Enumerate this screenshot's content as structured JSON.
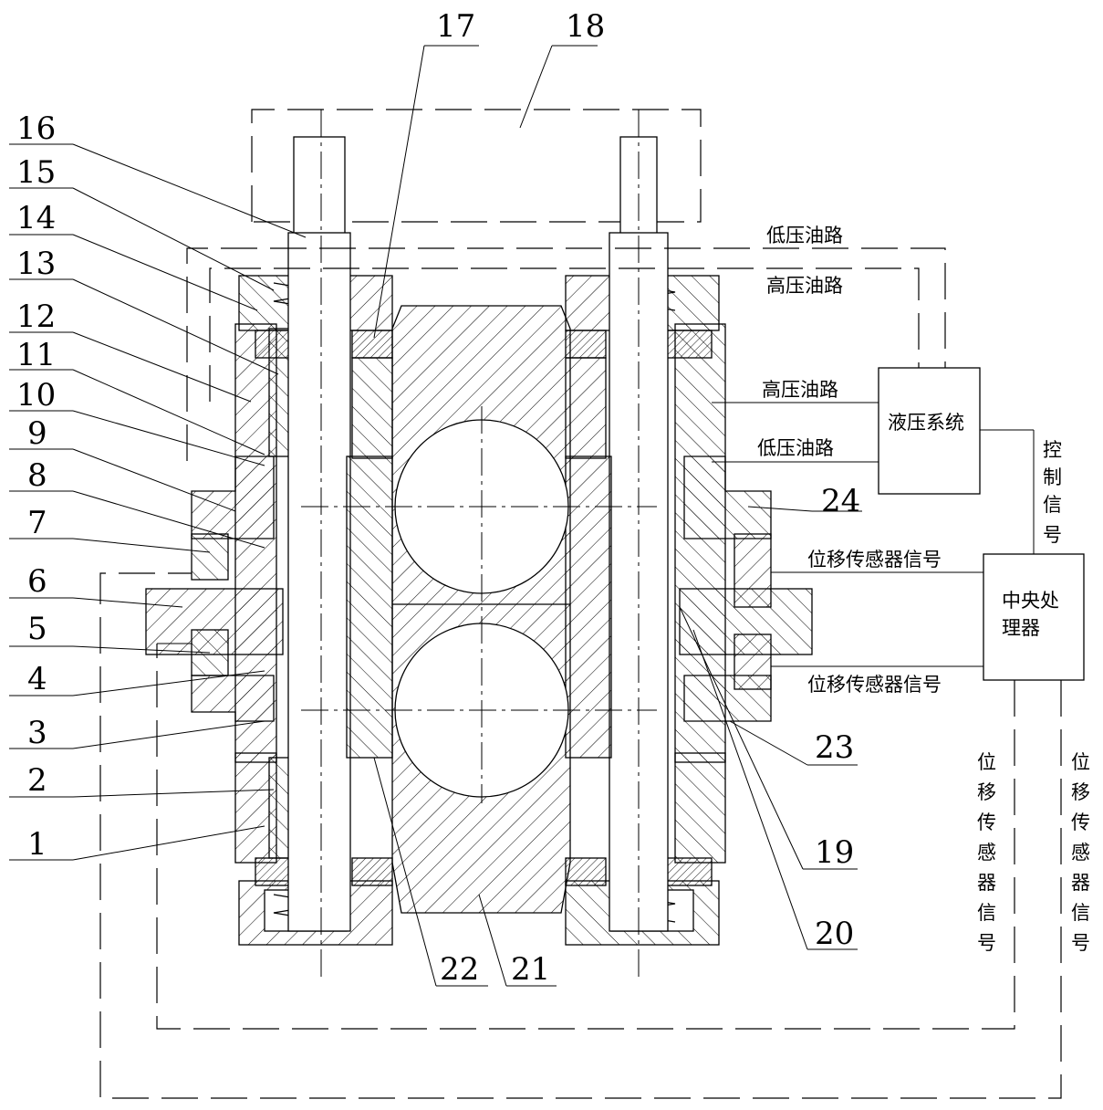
{
  "part_numbers": [
    "1",
    "2",
    "3",
    "4",
    "5",
    "6",
    "7",
    "8",
    "9",
    "10",
    "11",
    "12",
    "13",
    "14",
    "15",
    "16",
    "17",
    "18",
    "19",
    "20",
    "21",
    "22",
    "23",
    "24"
  ],
  "labels": {
    "low_pressure_oil_top": "低压油路",
    "high_pressure_oil_top": "高压油路",
    "high_pressure_oil_mid": "高压油路",
    "low_pressure_oil_mid": "低压油路",
    "hydraulic_system": "液压系统",
    "control_signal": [
      "控",
      "制",
      "信",
      "号"
    ],
    "displacement_signal_top": "位移传感器信号",
    "displacement_signal_bottom": "位移传感器信号",
    "cpu_line1": "中央处",
    "cpu_line2": "理器",
    "vertical_signal_left": [
      "位",
      "移",
      "传",
      "感",
      "器",
      "信",
      "号"
    ],
    "vertical_signal_right": [
      "位",
      "移",
      "传",
      "感",
      "器",
      "信",
      "号"
    ]
  }
}
